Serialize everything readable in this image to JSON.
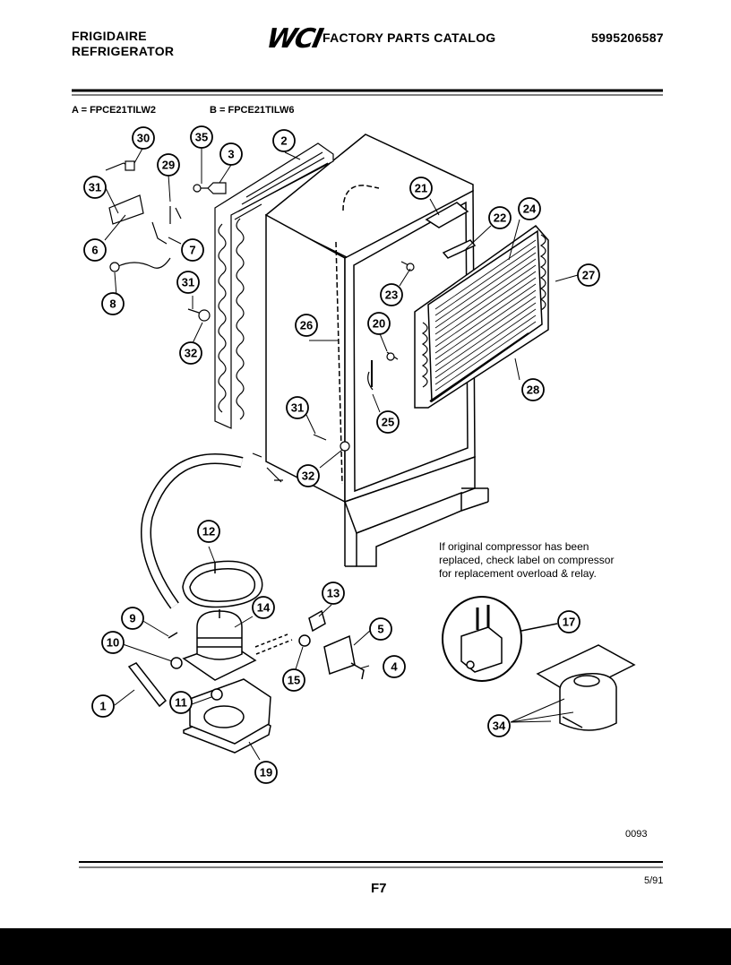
{
  "header": {
    "brand": "FRIGIDAIRE",
    "product": "REFRIGERATOR",
    "logo": "WCI",
    "catalog_title": "FACTORY PARTS CATALOG",
    "catalog_number": "5995206587"
  },
  "models": {
    "a": "A = FPCE21TILW2",
    "b": "B = FPCE21TILW6"
  },
  "callouts": [
    "30",
    "35",
    "3",
    "2",
    "31",
    "29",
    "6",
    "7",
    "21",
    "22",
    "24",
    "27",
    "8",
    "31",
    "23",
    "20",
    "26",
    "32",
    "28",
    "25",
    "31",
    "32",
    "12",
    "9",
    "14",
    "13",
    "10",
    "5",
    "4",
    "15",
    "1",
    "11",
    "17",
    "19",
    "34"
  ],
  "note": {
    "line1": "If original compressor has been",
    "line2": "replaced, check label on compressor",
    "line3": "for replacement overload & relay."
  },
  "footer": {
    "drawing_code": "0093",
    "page_code": "F7",
    "date": "5/91"
  }
}
